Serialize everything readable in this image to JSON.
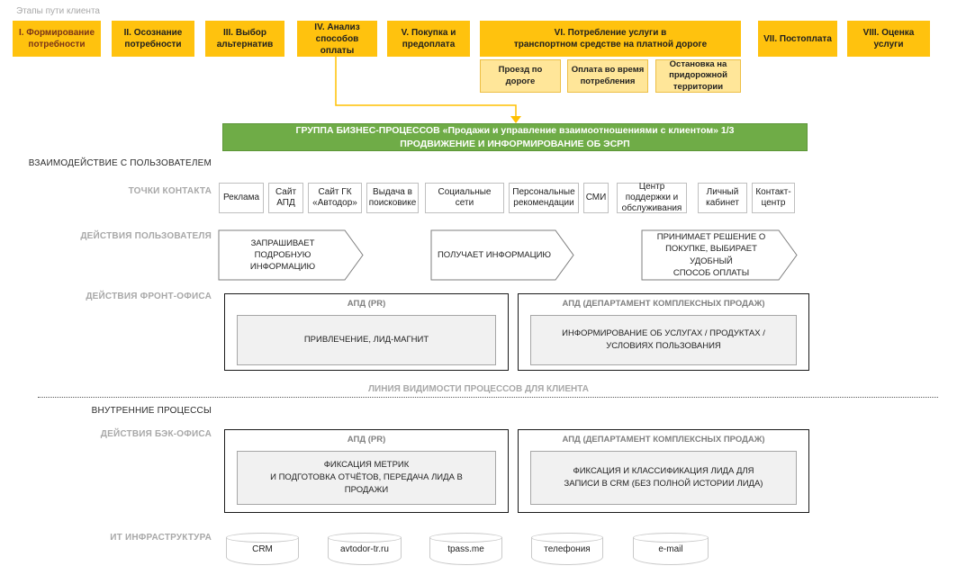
{
  "journey": {
    "label": "Этапы пути клиента",
    "stages": [
      {
        "label": "I. Формирование\nпотребности"
      },
      {
        "label": "II. Осознание\nпотребности"
      },
      {
        "label": "III. Выбор\nальтернатив"
      },
      {
        "label": "IV. Анализ\nспособов\nоплаты"
      },
      {
        "label": "V. Покупка и\nпредоплата"
      },
      {
        "label": "VI. Потребление услуги в\nтранспортном средстве на платной дороге"
      },
      {
        "label": "VII. Постоплата"
      },
      {
        "label": "VIII. Оценка\nуслуги"
      }
    ],
    "substages": [
      "Проезд по\nдороге",
      "Оплата во время\nпотребления",
      "Остановка на\nпридорожной\nтерритории"
    ]
  },
  "process_group": {
    "line1": "ГРУППА БИЗНЕС-ПРОЦЕССОВ «Продажи и управление взаимоотношениями с клиентом» 1/3",
    "line2": "ПРОДВИЖЕНИЕ И ИНФОРМИРОВАНИЕ ОБ ЭСРП"
  },
  "section_labels": {
    "user_interaction": "ВЗАИМОДЕЙСТВИЕ С ПОЛЬЗОВАТЕЛЕМ",
    "touchpoints": "ТОЧКИ КОНТАКТА",
    "user_actions": "ДЕЙСТВИЯ ПОЛЬЗОВАТЕЛЯ",
    "front_office": "ДЕЙСТВИЯ ФРОНТ-ОФИСА",
    "visibility_line": "ЛИНИЯ ВИДИМОСТИ ПРОЦЕССОВ ДЛЯ КЛИЕНТА",
    "internal_processes": "ВНУТРЕННИЕ ПРОЦЕССЫ",
    "back_office": "ДЕЙСТВИЯ БЭК-ОФИСА",
    "it_infrastructure": "ИТ ИНФРАСТРУКТУРА"
  },
  "touchpoints": [
    "Реклама",
    "Сайт АПД",
    "Сайт ГК «Автодор»",
    "Выдача в поисковике",
    "Социальные\nсети",
    "Персональные рекомендации",
    "СМИ",
    "Центр поддержки и обслуживания",
    "Личный кабинет",
    "Контакт-центр"
  ],
  "user_actions": [
    "ЗАПРАШИВАЕТ ПОДРОБНУЮ\nИНФОРМАЦИЮ",
    "ПОЛУЧАЕТ ИНФОРМАЦИЮ",
    "ПРИНИМАЕТ РЕШЕНИЕ О\nПОКУПКЕ, ВЫБИРАЕТ УДОБНЫЙ\nСПОСОБ ОПЛАТЫ"
  ],
  "front_office": [
    {
      "owner": "АПД (PR)",
      "action": "ПРИВЛЕЧЕНИЕ, ЛИД-МАГНИТ"
    },
    {
      "owner": "АПД (ДЕПАРТАМЕНТ КОМПЛЕКСНЫХ ПРОДАЖ)",
      "action": "ИНФОРМИРОВАНИЕ ОБ УСЛУГАХ / ПРОДУКТАХ /\nУСЛОВИЯХ ПОЛЬЗОВАНИЯ"
    }
  ],
  "back_office": [
    {
      "owner": "АПД (PR)",
      "action": "ФИКСАЦИЯ МЕТРИК\nИ ПОДГОТОВКА ОТЧЁТОВ, ПЕРЕДАЧА ЛИДА В\nПРОДАЖИ"
    },
    {
      "owner": "АПД (ДЕПАРТАМЕНТ КОМПЛЕКСНЫХ ПРОДАЖ)",
      "action": "ФИКСАЦИЯ И КЛАССИФИКАЦИЯ ЛИДА ДЛЯ\nЗАПИСИ В CRM (БЕЗ ПОЛНОЙ ИСТОРИИ ЛИДА)"
    }
  ],
  "it_systems": [
    "CRM",
    "avtodor-tr.ru",
    "tpass.me",
    "телефония",
    "e-mail"
  ],
  "colors": {
    "stage_yellow": "#FFC20E",
    "substage_yellow": "#FFE699",
    "process_green": "#6FAC47",
    "connector_yellow": "#FFC000",
    "label_gray": "#A8A8A8",
    "stage1_text": "#7B3418"
  }
}
